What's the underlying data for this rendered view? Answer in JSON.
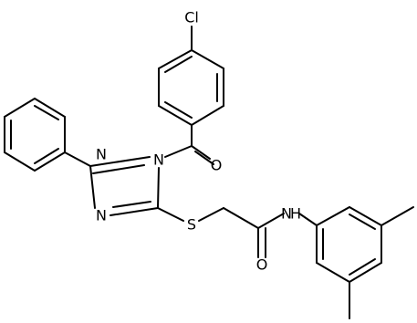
{
  "atom_labels": {
    "chlorine": "Cl",
    "carbonyl_oxygen_benzoyl": "O",
    "ring_nitrogen_n1": "N",
    "ring_nitrogen_n2": "N",
    "ring_nitrogen_n4": "N",
    "sulfur": "S",
    "amide_nitrogen": "N",
    "amide_hydrogen": "H",
    "amide_oxygen": "O"
  },
  "colors": {
    "bond": "#000000",
    "label": "#000000",
    "background": "#ffffff"
  }
}
